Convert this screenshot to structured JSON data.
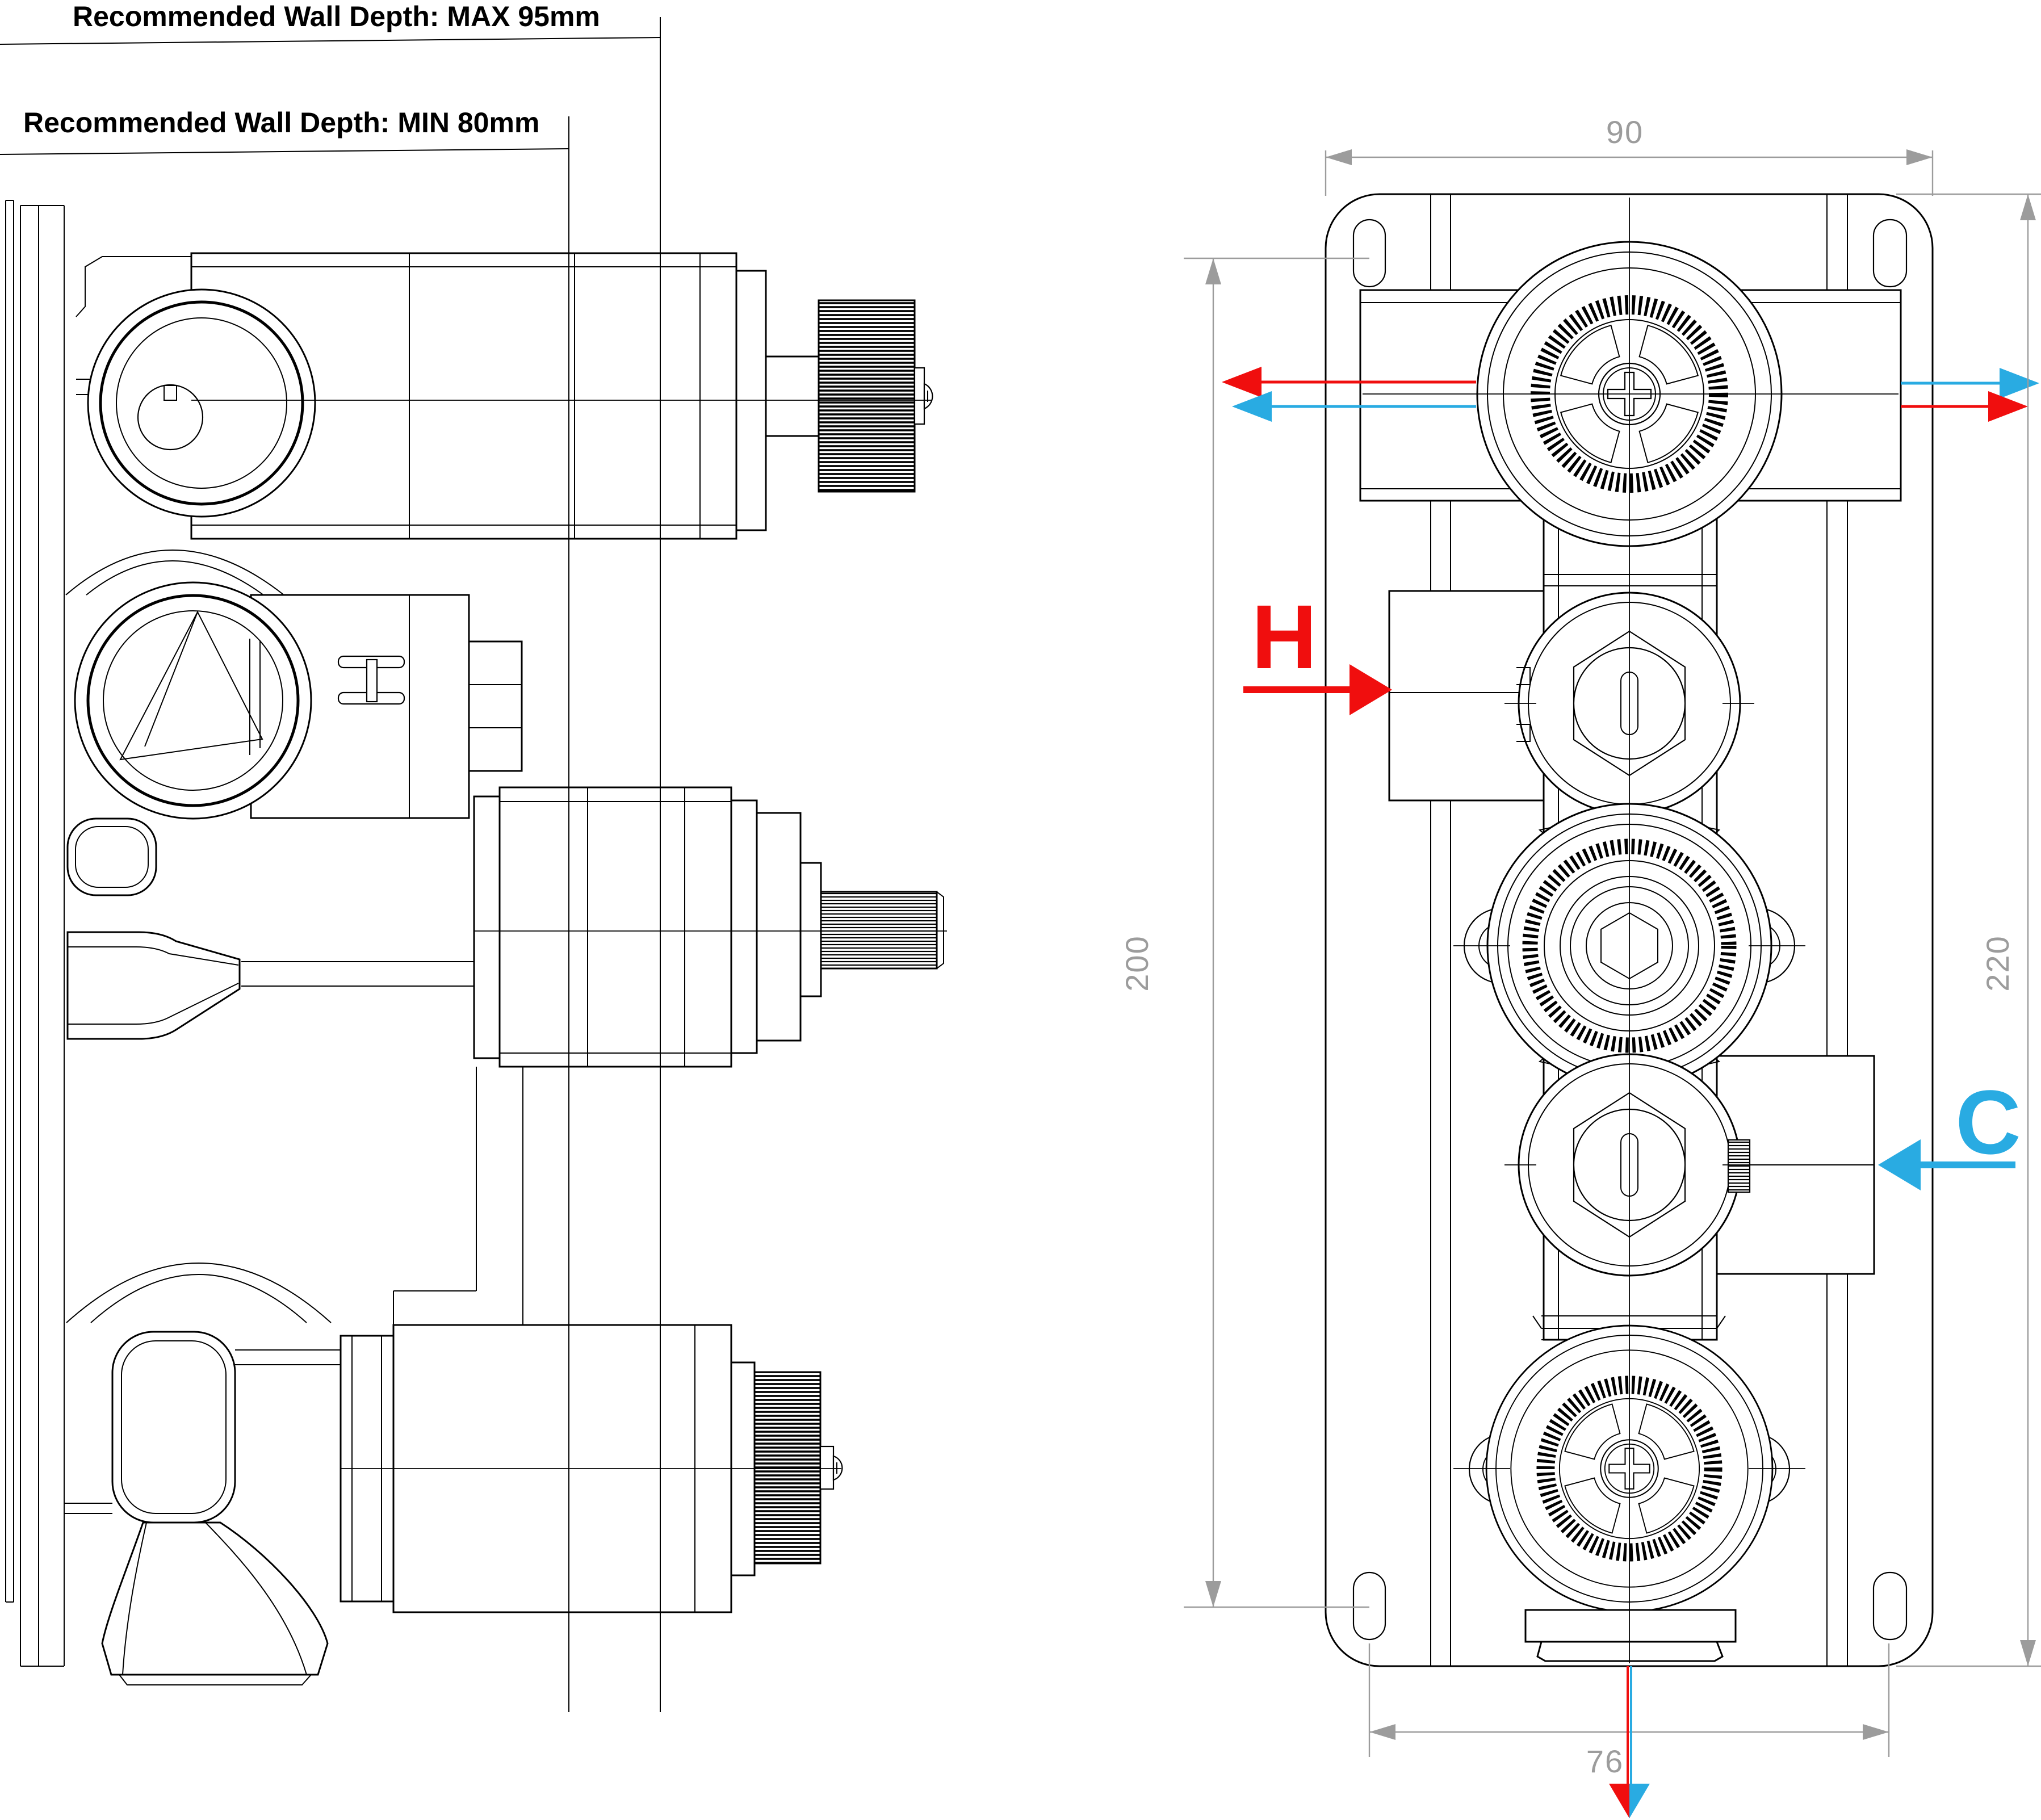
{
  "drawing": {
    "left_view": {
      "wall_depth_max_label": "Recommended Wall Depth: MAX 95mm",
      "wall_depth_min_label": "Recommended Wall Depth: MIN 80mm"
    },
    "right_view": {
      "dim_width": "90",
      "dim_height_left": "200",
      "dim_height_right": "220",
      "dim_outlet_spacing": "76",
      "hot_label": "H",
      "cold_label": "C"
    },
    "colors": {
      "hot": "#F00E0E",
      "cold": "#29ABE2",
      "dim": "#9C9C9C",
      "line": "#000000"
    }
  }
}
